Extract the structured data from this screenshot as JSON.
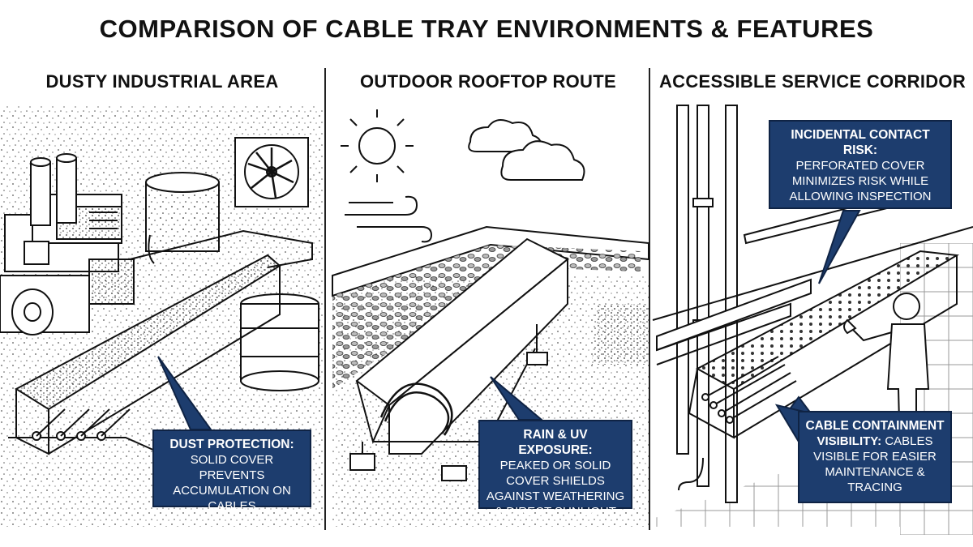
{
  "title": "COMPARISON OF CABLE TRAY ENVIRONMENTS & FEATURES",
  "panels": [
    {
      "heading": "DUSTY INDUSTRIAL AREA",
      "callout": {
        "head": "DUST PROTECTION:",
        "body": "SOLID COVER PREVENTS ACCUMULATION ON CABLES"
      }
    },
    {
      "heading": "OUTDOOR ROOFTOP ROUTE",
      "callout": {
        "head": "RAIN & UV EXPOSURE:",
        "body": "PEAKED OR SOLID COVER SHIELDS AGAINST WEATHERING & DIRECT SUNLIGHT"
      }
    },
    {
      "heading": "ACCESSIBLE SERVICE CORRIDOR",
      "callout_top": {
        "head": "INCIDENTAL CONTACT RISK:",
        "body": "PERFORATED COVER MINIMIZES RISK WHILE ALLOWING INSPECTION"
      },
      "callout_bottom": {
        "head": "CABLE CONTAINMENT",
        "head2": "VISIBILITY:",
        "body": "CABLES VISIBLE FOR EASIER MAINTENANCE & TRACING"
      }
    }
  ],
  "icons": [
    "sun-icon",
    "cloud-icon",
    "wind-icon",
    "exhaust-fan-icon",
    "person-icon"
  ],
  "colors": {
    "callout": "#1d3d6e",
    "ink": "#111111",
    "background": "#ffffff"
  }
}
